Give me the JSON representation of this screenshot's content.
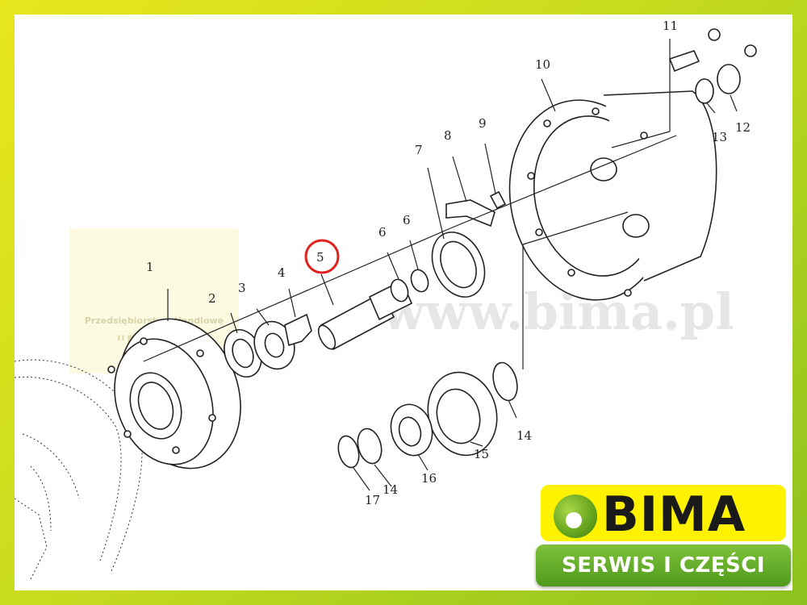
{
  "watermark": {
    "site": "www.bima.pl",
    "company_line": "Przedsiębiorstwo Handlowe",
    "company_name": "\"BIMA\""
  },
  "callouts": [
    {
      "id": "c1",
      "label": "1"
    },
    {
      "id": "c2",
      "label": "2"
    },
    {
      "id": "c3",
      "label": "3"
    },
    {
      "id": "c4",
      "label": "4"
    },
    {
      "id": "c5",
      "label": "5"
    },
    {
      "id": "c6a",
      "label": "6"
    },
    {
      "id": "c6b",
      "label": "6"
    },
    {
      "id": "c7",
      "label": "7"
    },
    {
      "id": "c8",
      "label": "8"
    },
    {
      "id": "c9",
      "label": "9"
    },
    {
      "id": "c10",
      "label": "10"
    },
    {
      "id": "c11",
      "label": "11"
    },
    {
      "id": "c12",
      "label": "12"
    },
    {
      "id": "c13",
      "label": "13"
    },
    {
      "id": "c14a",
      "label": "14"
    },
    {
      "id": "c14b",
      "label": "14"
    },
    {
      "id": "c15",
      "label": "15"
    },
    {
      "id": "c16",
      "label": "16"
    },
    {
      "id": "c17",
      "label": "17"
    }
  ],
  "highlighted_part": "5",
  "highlight_color": "#e0201c",
  "logo": {
    "brand": "BIMA",
    "subtitle": "SERWIS I CZĘŚCI",
    "colors": {
      "yellow": "#fff200",
      "green": "#4f9a1c"
    }
  },
  "frame_colors": {
    "start": "#e9e61c",
    "end": "#8cc21f"
  }
}
